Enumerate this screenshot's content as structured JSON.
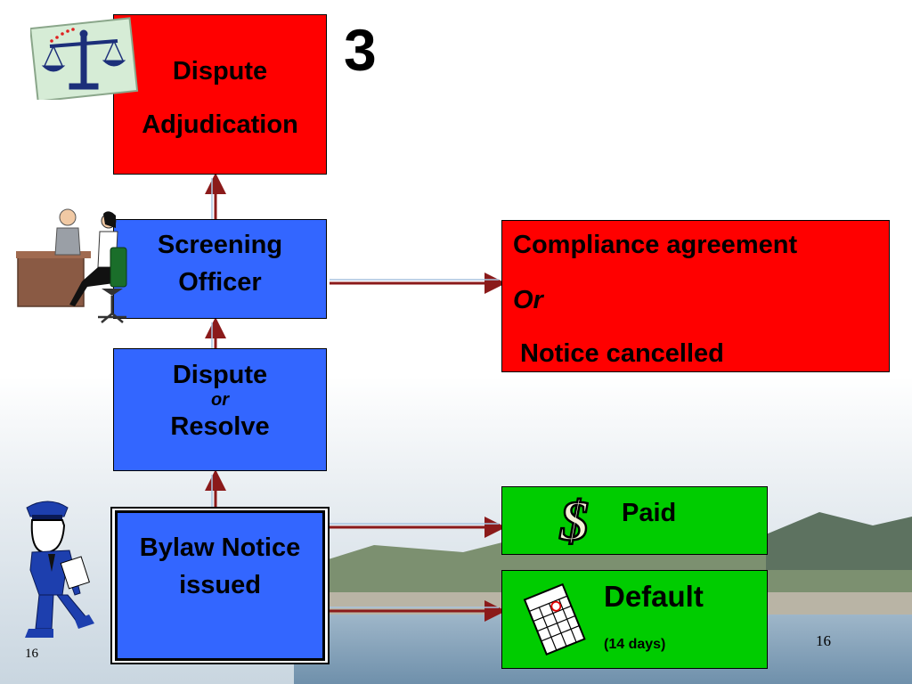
{
  "slide": {
    "step_number": "3",
    "page_left": "16",
    "page_right": "16"
  },
  "boxes": {
    "dispute_adjudication": {
      "line1": "Dispute",
      "line2": "Adjudication"
    },
    "screening_officer": {
      "line1": "Screening",
      "line2": "Officer"
    },
    "dispute_or_resolve": {
      "line1": "Dispute",
      "or": "or",
      "line2": "Resolve"
    },
    "bylaw_notice": {
      "line1": "Bylaw Notice",
      "line2": "issued"
    },
    "compliance": {
      "line1": "Compliance agreement",
      "or": "Or",
      "line2": "Notice cancelled"
    },
    "paid": {
      "label": "Paid"
    },
    "default": {
      "label": "Default",
      "note": "(14 days)"
    }
  },
  "icons": [
    "scales-of-justice-icon",
    "meeting-people-icon",
    "police-officer-icon",
    "dollar-sign-icon",
    "calendar-icon"
  ],
  "colors": {
    "red": "#ff0000",
    "blue": "#3366ff",
    "green": "#00cc00",
    "arrow": "#8b1a1a"
  }
}
